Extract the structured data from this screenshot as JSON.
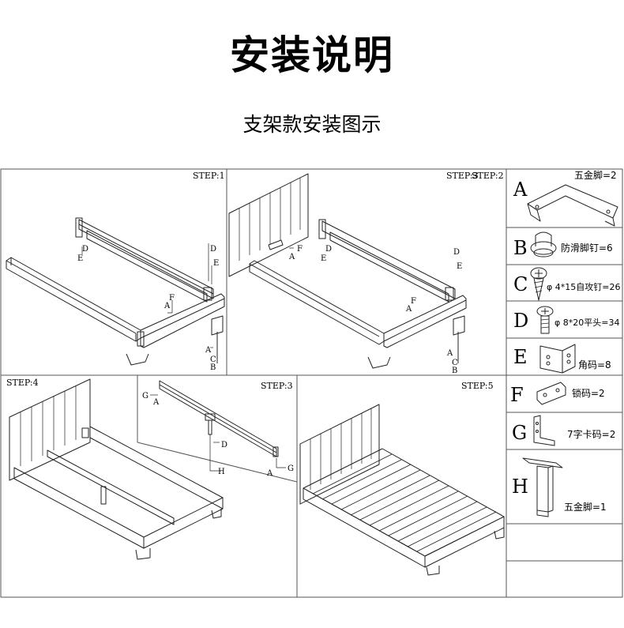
{
  "title": "安装说明",
  "subtitle": "支架款安装图示",
  "steps": {
    "s1": "STEP:1",
    "s2": "STEP:2",
    "s2_overlap": "STEP:3",
    "s3": "STEP:3",
    "s4": "STEP:4",
    "s5": "STEP:5"
  },
  "callouts": {
    "A": "A",
    "B": "B",
    "C": "C",
    "D": "D",
    "E": "E",
    "F": "F",
    "G": "G",
    "H": "H"
  },
  "parts": [
    {
      "letter": "A",
      "desc": "五金脚=2",
      "icon": "corner-foot-icon"
    },
    {
      "letter": "B",
      "desc": "防滑脚钉=6",
      "icon": "anti-slip-stud-icon"
    },
    {
      "letter": "C",
      "desc": "φ 4*15自攻钉=26",
      "icon": "self-tapping-screw-icon"
    },
    {
      "letter": "D",
      "desc": "φ 8*20平头=34",
      "icon": "flat-head-bolt-icon"
    },
    {
      "letter": "E",
      "desc": "角码=8",
      "icon": "corner-bracket-icon"
    },
    {
      "letter": "F",
      "desc": "锁码=2",
      "icon": "lock-plate-icon"
    },
    {
      "letter": "G",
      "desc": "7字卡码=2",
      "icon": "l-clip-icon"
    },
    {
      "letter": "H",
      "desc": "五金脚=1",
      "icon": "support-leg-icon"
    }
  ]
}
